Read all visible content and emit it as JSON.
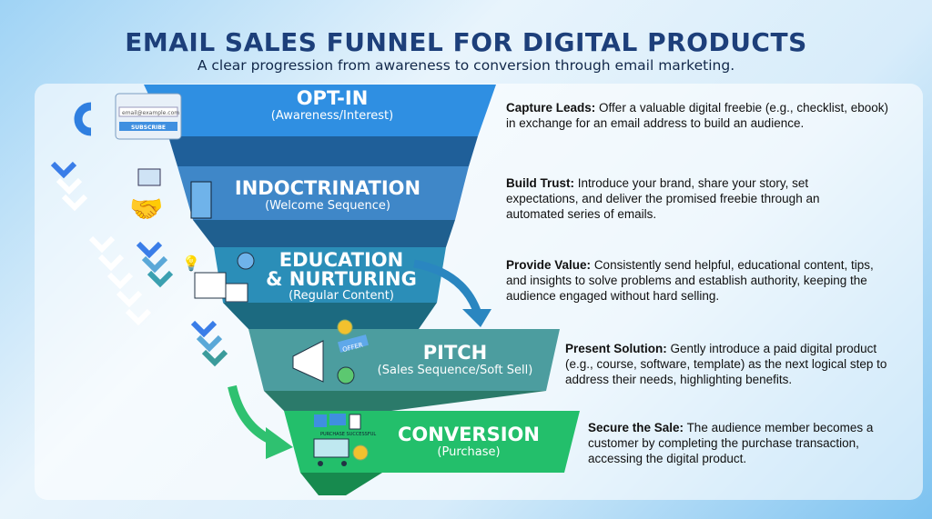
{
  "title": "EMAIL SALES FUNNEL FOR DIGITAL PRODUCTS",
  "subtitle": "A clear progression from awareness to conversion through email marketing.",
  "stages": [
    {
      "name": "OPT-IN",
      "sub": "(Awareness/Interest)",
      "color": "#2f8fe2",
      "lead": "Capture Leads:",
      "desc": "Offer a valuable digital freebie (e.g., checklist, ebook) in exchange for an email address to build an audience."
    },
    {
      "name": "INDOCTRINATION",
      "sub": "(Welcome Sequence)",
      "color": "#3f87c8",
      "lead": "Build Trust:",
      "desc": "Introduce your brand, share your story, set expectations, and deliver the promised freebie through an automated series of emails."
    },
    {
      "name": "EDUCATION",
      "name2": "& NURTURING",
      "sub": "(Regular Content)",
      "color": "#2b8eb8",
      "lead": "Provide Value:",
      "desc": "Consistently send helpful, educational content, tips, and insights to solve problems and establish authority, keeping the audience engaged without hard selling."
    },
    {
      "name": "PITCH",
      "sub": "(Sales Sequence/Soft Sell)",
      "color": "#4c9d9f",
      "lead": "Present Solution:",
      "desc": "Gently introduce a paid digital product (e.g., course, software, template) as the next logical step to address their needs, highlighting benefits."
    },
    {
      "name": "CONVERSION",
      "sub": "(Purchase)",
      "color": "#23bf6b",
      "lead": "Secure the Sale:",
      "desc": "The audience member becomes a customer by completing the purchase transaction, accessing the digital product."
    }
  ],
  "optin_form": {
    "email_placeholder": "email@example.com",
    "button": "SUBSCRIBE"
  },
  "pitch_tag": "OFFER",
  "purchase_label": "PURCHASE SUCCESSFUL"
}
